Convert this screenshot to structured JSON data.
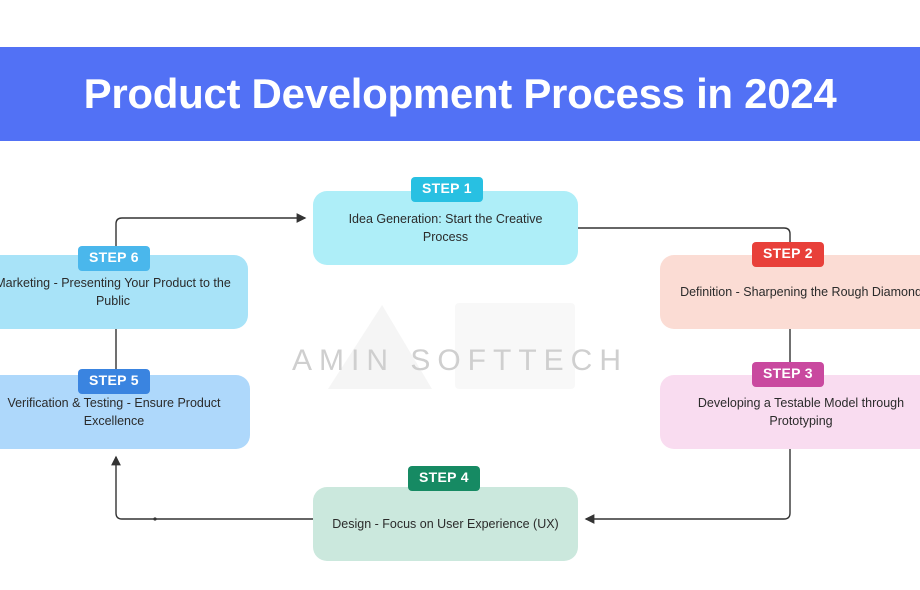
{
  "header": {
    "title": "Product Development Process in 2024",
    "background_color": "#5271f5",
    "text_color": "#ffffff"
  },
  "watermark": {
    "text": "AMIN SOFTTECH",
    "color": "#cfcfcf"
  },
  "diagram": {
    "type": "cycle-process",
    "steps": [
      {
        "id": "step-1",
        "badge": "STEP 1",
        "text": "Idea Generation: Start the Creative Process",
        "box_color": "#aeeef8",
        "badge_color": "#28c0e2",
        "position": "top-center"
      },
      {
        "id": "step-2",
        "badge": "STEP 2",
        "text": "Definition - Sharpening the Rough Diamond",
        "box_color": "#fbdcd4",
        "badge_color": "#e8403a",
        "position": "right-upper"
      },
      {
        "id": "step-3",
        "badge": "STEP 3",
        "text": "Developing a Testable Model through Prototyping",
        "box_color": "#f9dcf0",
        "badge_color": "#c9499f",
        "position": "right-lower"
      },
      {
        "id": "step-4",
        "badge": "STEP 4",
        "text": "Design - Focus on User Experience (UX)",
        "box_color": "#cbe8dd",
        "badge_color": "#168a63",
        "position": "bottom-center"
      },
      {
        "id": "step-5",
        "badge": "STEP 5",
        "text": "Verification & Testing - Ensure Product Excellence",
        "box_color": "#aed8fb",
        "badge_color": "#3a84e0",
        "position": "left-lower"
      },
      {
        "id": "step-6",
        "badge": "STEP 6",
        "text": "Marketing - Presenting Your Product to the Public",
        "box_color": "#a8e3f8",
        "badge_color": "#4ab7ec",
        "position": "left-upper"
      }
    ],
    "connector_color": "#333333"
  }
}
